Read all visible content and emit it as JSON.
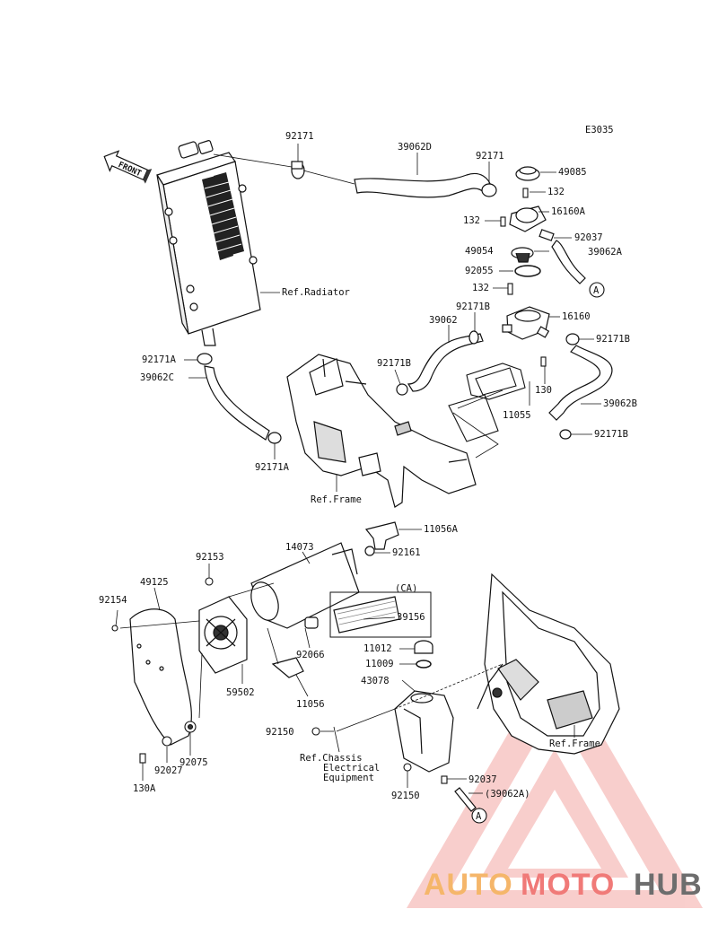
{
  "diagram": {
    "code": "E3035",
    "front_label": "FRONT"
  },
  "parts": [
    {
      "id": "p92171a",
      "label": "92171"
    },
    {
      "id": "p39062d",
      "label": "39062D"
    },
    {
      "id": "p92171b",
      "label": "92171"
    },
    {
      "id": "p49085",
      "label": "49085"
    },
    {
      "id": "p132a",
      "label": "132"
    },
    {
      "id": "p132b",
      "label": "132"
    },
    {
      "id": "p16160a",
      "label": "16160A"
    },
    {
      "id": "p92037a",
      "label": "92037"
    },
    {
      "id": "p39062a",
      "label": "39062A"
    },
    {
      "id": "p49054",
      "label": "49054"
    },
    {
      "id": "p92055",
      "label": "92055"
    },
    {
      "id": "p132c",
      "label": "132"
    },
    {
      "id": "p92171b1",
      "label": "92171B"
    },
    {
      "id": "p16160",
      "label": "16160"
    },
    {
      "id": "p39062",
      "label": "39062"
    },
    {
      "id": "p92171b2",
      "label": "92171B"
    },
    {
      "id": "p92171b3",
      "label": "92171B"
    },
    {
      "id": "p130",
      "label": "130"
    },
    {
      "id": "p11055",
      "label": "11055"
    },
    {
      "id": "p39062b",
      "label": "39062B"
    },
    {
      "id": "p92171b4",
      "label": "92171B"
    },
    {
      "id": "p92171a1",
      "label": "92171A"
    },
    {
      "id": "p39062c",
      "label": "39062C"
    },
    {
      "id": "p92171a2",
      "label": "92171A"
    },
    {
      "id": "p11056a",
      "label": "11056A"
    },
    {
      "id": "p14073",
      "label": "14073"
    },
    {
      "id": "p92161",
      "label": "92161"
    },
    {
      "id": "p92153",
      "label": "92153"
    },
    {
      "id": "p49125",
      "label": "49125"
    },
    {
      "id": "p92154",
      "label": "92154"
    },
    {
      "id": "pca",
      "label": "(CA)"
    },
    {
      "id": "p39156",
      "label": "39156"
    },
    {
      "id": "p92066",
      "label": "92066"
    },
    {
      "id": "p11012",
      "label": "11012"
    },
    {
      "id": "p11009",
      "label": "11009"
    },
    {
      "id": "p43078",
      "label": "43078"
    },
    {
      "id": "p59502",
      "label": "59502"
    },
    {
      "id": "p11056",
      "label": "11056"
    },
    {
      "id": "p92150a",
      "label": "92150"
    },
    {
      "id": "p92075",
      "label": "92075"
    },
    {
      "id": "p92027",
      "label": "92027"
    },
    {
      "id": "p130a",
      "label": "130A"
    },
    {
      "id": "p92037b",
      "label": "92037"
    },
    {
      "id": "p39062a2",
      "label": "(39062A)"
    },
    {
      "id": "p92150b",
      "label": "92150"
    }
  ],
  "refs": {
    "radiator": "Ref.Radiator",
    "frame_upper": "Ref.Frame",
    "frame_lower": "Ref.Frame",
    "chassis_line1": "Ref.Chassis",
    "chassis_line2": "Electrical",
    "chassis_line3": "Equipment"
  },
  "markers": {
    "a_upper": "A",
    "a_lower": "A"
  },
  "watermark": {
    "part1": "AUTO",
    "part2": "MOTO",
    "part3": "HUB",
    "color1": "#f5b66a",
    "color2": "#f07a78",
    "color3": "#6d6d6d"
  }
}
